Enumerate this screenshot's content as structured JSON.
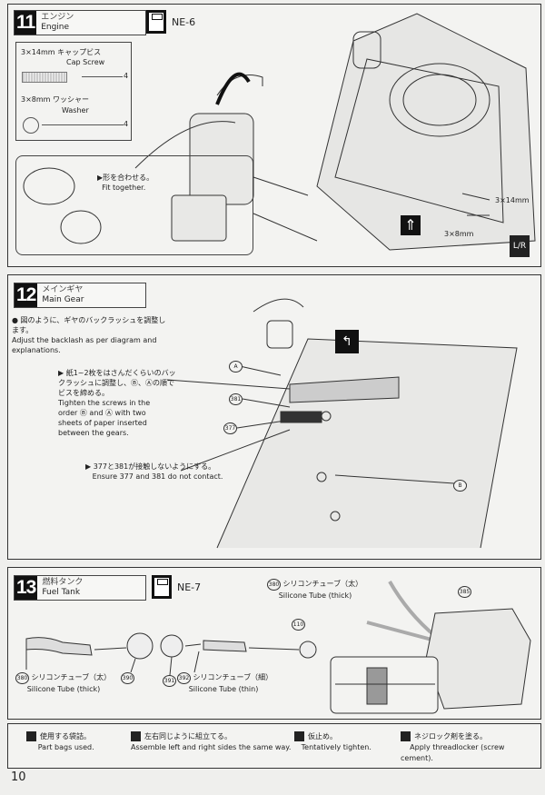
{
  "step11": {
    "number": "11",
    "title_jp": "エンジン",
    "title_en": "Engine",
    "bag": "NE-6",
    "parts": [
      {
        "size": "3×14mm",
        "name_jp": "キャップビス",
        "name_en": "Cap Screw",
        "qty": "4"
      },
      {
        "size": "3×8mm",
        "name_jp": "ワッシャー",
        "name_en": "Washer",
        "qty": "4"
      }
    ],
    "fit_jp": "形を合わせる。",
    "fit_en": "Fit together.",
    "callout_screw": "3×14mm",
    "callout_washer": "3×8mm",
    "lr_mark": "L/R"
  },
  "step12": {
    "number": "12",
    "title_jp": "メインギヤ",
    "title_en": "Main Gear",
    "note1_jp": "図のように、ギヤのバックラッシュを調整します。",
    "note1_en": "Adjust the backlash as per diagram and explanations.",
    "note2_jp": "紙1~2枚をはさんだくらいのバックラッシュに調整し、Ⓑ、Ⓐの順でビスを締める。",
    "note2_en_lines": [
      "Tighten the screws in the",
      "order Ⓑ and Ⓐ with two",
      "sheets of paper inserted",
      "between the gears."
    ],
    "note3_jp": "377と381が接触しないようにする。",
    "note3_en": "Ensure 377 and 381 do not contact.",
    "labels": {
      "a": "A",
      "b": "B",
      "p381": "381",
      "p377": "377"
    }
  },
  "step13": {
    "number": "13",
    "title_jp": "燃料タンク",
    "title_en": "Fuel Tank",
    "bag": "NE-7",
    "parts": {
      "p380": "380",
      "p390": "390",
      "p391": "391",
      "p392": "392",
      "p110": "110",
      "p385": "385"
    },
    "thick_jp": "シリコンチューブ（太）",
    "thick_en": "Silicone Tube (thick)",
    "thin_jp": "シリコンチューブ（細）",
    "thin_en": "Silicone Tube (thin)"
  },
  "legend": [
    {
      "jp": "使用する袋詰。",
      "en": "Part bags used."
    },
    {
      "jp": "左右同じように組立てる。",
      "en": "Assemble left and right sides the same way."
    },
    {
      "jp": "仮止め。",
      "en": "Tentatively tighten."
    },
    {
      "jp": "ネジロック剤を塗る。",
      "en": "Apply threadlocker (screw cement)."
    }
  ],
  "page_number": "10"
}
